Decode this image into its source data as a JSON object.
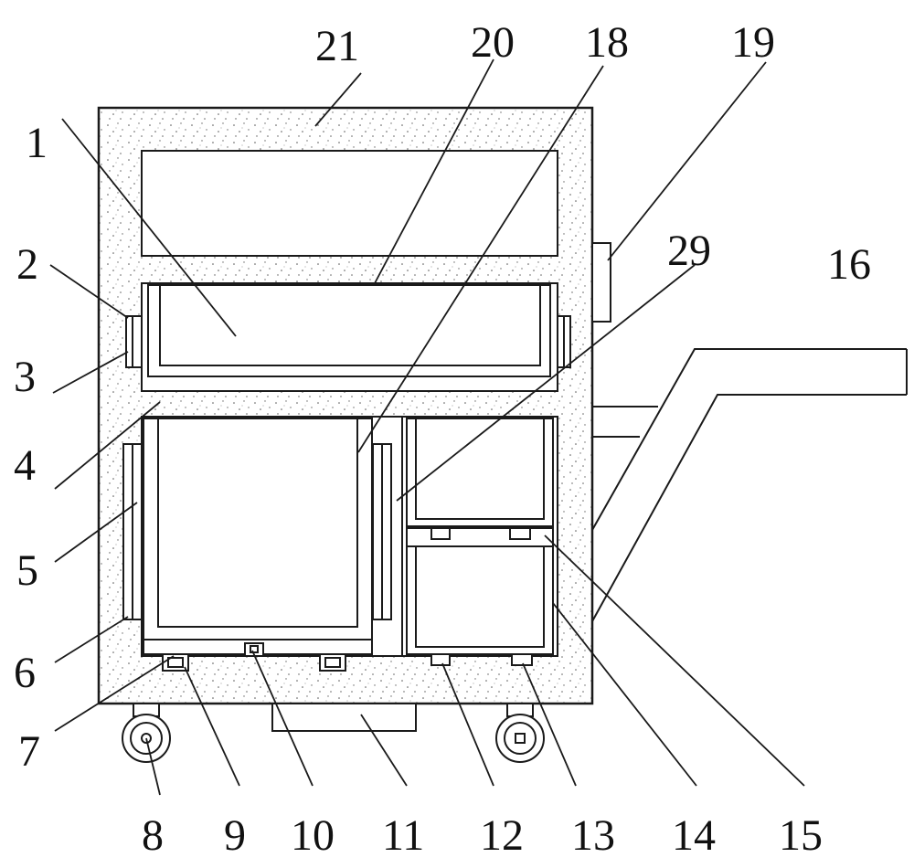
{
  "labels": {
    "l1": "1",
    "l2": "2",
    "l3": "3",
    "l4": "4",
    "l5": "5",
    "l6": "6",
    "l7": "7",
    "l8": "8",
    "l9": "9",
    "l10": "10",
    "l11": "11",
    "l12": "12",
    "l13": "13",
    "l14": "14",
    "l15": "15",
    "l16": "16",
    "l18": "18",
    "l19": "19",
    "l20": "20",
    "l21": "21",
    "l29": "29"
  }
}
